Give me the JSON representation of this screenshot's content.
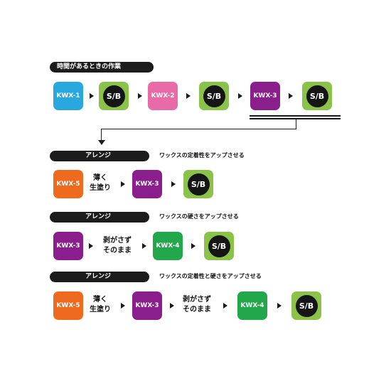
{
  "section1": {
    "title": "時間があるときの作業"
  },
  "section2": {
    "pill": "アレンジ",
    "caption": "ワックスの定着性をアップさせる"
  },
  "section3": {
    "pill": "アレンジ",
    "caption": "ワックスの硬さをアップさせる"
  },
  "section4": {
    "pill": "アレンジ",
    "caption": "ワックスの定着性と硬さをアップさせる"
  },
  "labels": {
    "kwx1": "KWX-1",
    "kwx2": "KWX-2",
    "kwx3": "KWX-3",
    "kwx4": "KWX-4",
    "kwx5": "KWX-5",
    "sb": "S/B",
    "thin_line1": "薄く",
    "thin_line2": "生塗り",
    "nostrip_line1": "剥がさず",
    "nostrip_line2": "そのまま"
  },
  "colors": {
    "kwx1": "#29a8e0",
    "kwx2": "#e86aa6",
    "kwx3": "#8a1e8c",
    "kwx4": "#22a84a",
    "kwx5": "#ee6a1f",
    "sb_bg": "#8bc34a",
    "sb_circle": "#151515",
    "pill": "#1c1c1c"
  }
}
